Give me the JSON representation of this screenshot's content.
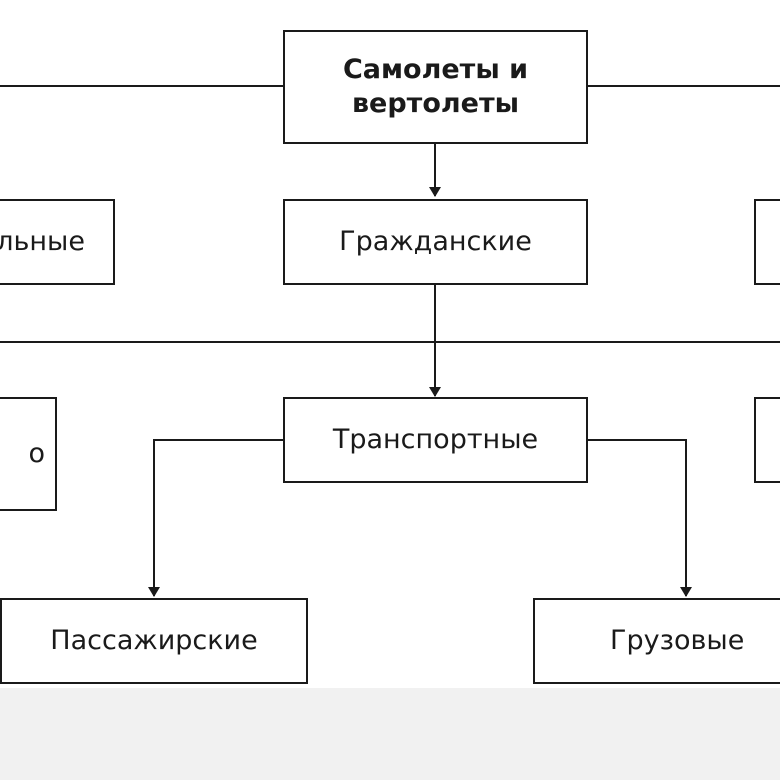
{
  "diagram": {
    "root": "Самолеты и вертолеты",
    "left_partial_top": "льные",
    "civil": "Гражданские",
    "left_partial_mid": "о",
    "transport": "Транспортные",
    "passenger": "Пассажирские",
    "cargo": "Грузовые"
  }
}
